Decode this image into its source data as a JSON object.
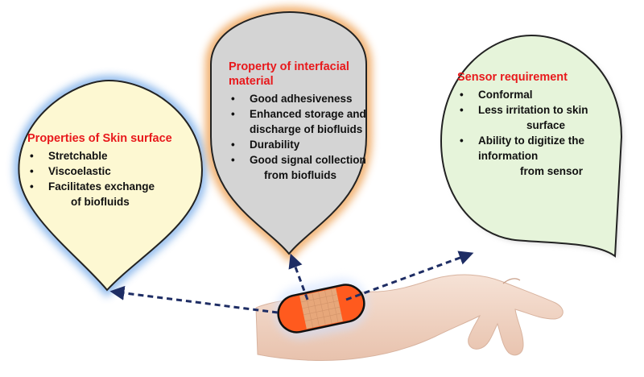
{
  "panels": {
    "skin": {
      "title": "Properties of Skin surface",
      "items": [
        {
          "line1": "Stretchable",
          "line2": ""
        },
        {
          "line1": "Viscoelastic",
          "line2": ""
        },
        {
          "line1": "Facilitates exchange",
          "line2": "of biofluids"
        }
      ]
    },
    "interfacial": {
      "title_line1": "Property of interfacial",
      "title_line2": "material",
      "items": [
        {
          "line1": "Good adhesiveness",
          "line2": ""
        },
        {
          "line1": "Enhanced storage and",
          "line2": "discharge of biofluids"
        },
        {
          "line1": "Durability",
          "line2": ""
        },
        {
          "line1": "Good signal collection",
          "line2": "from biofluids"
        }
      ]
    },
    "sensor": {
      "title": "Sensor requirement",
      "items": [
        {
          "line1": "Conformal",
          "line2": "",
          "line3": ""
        },
        {
          "line1": "Less irritation to skin",
          "line2": "surface",
          "line3": ""
        },
        {
          "line1": "Ability to digitize the",
          "line2": "information",
          "line3": "from sensor"
        }
      ]
    }
  },
  "bullet": "•",
  "colors": {
    "skin_fill": "#fdf8d2",
    "skin_glow": "#7fb0ea",
    "interfacial_fill": "#d4d4d4",
    "interfacial_glow": "#f0a860",
    "sensor_fill": "#e6f4da",
    "title_red": "#e8191c",
    "arrow": "#1e2d64",
    "bandage": "#ff5a1e",
    "pad": "#e7a77a",
    "skin_tone": "#f1d6c6"
  }
}
